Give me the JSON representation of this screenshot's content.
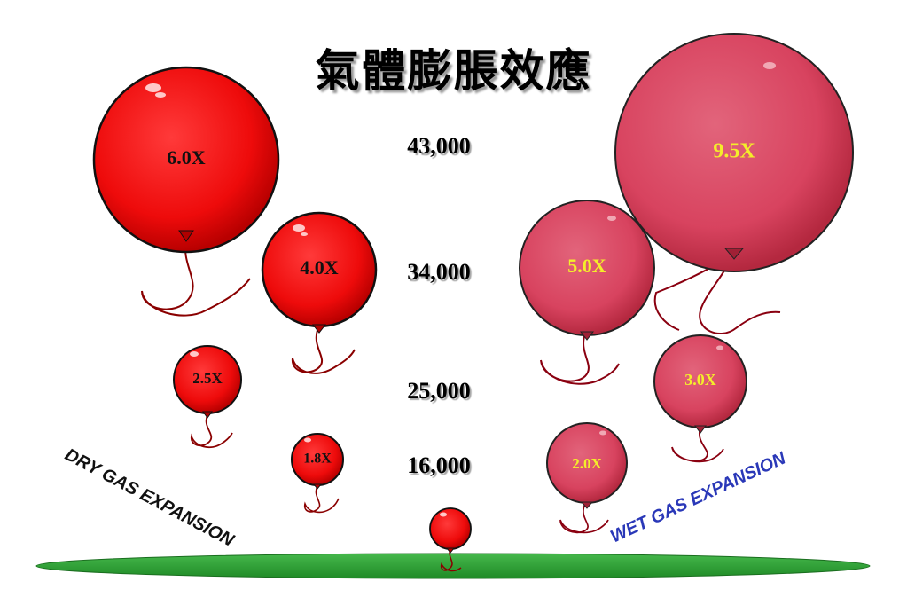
{
  "title": "氣體膨脹效應",
  "altitudes": [
    "43,000",
    "34,000",
    "25,000",
    "16,000"
  ],
  "dry_label": "DRY GAS EXPANSION",
  "wet_label": "WET GAS EXPANSION",
  "dry_balloons": [
    {
      "label": "6.0X",
      "altitude": "43,000"
    },
    {
      "label": "4.0X",
      "altitude": "34,000"
    },
    {
      "label": "2.5X",
      "altitude": "25,000"
    },
    {
      "label": "1.8X",
      "altitude": "16,000"
    }
  ],
  "wet_balloons": [
    {
      "label": "9.5X",
      "altitude": "43,000"
    },
    {
      "label": "5.0X",
      "altitude": "34,000"
    },
    {
      "label": "3.0X",
      "altitude": "25,000"
    },
    {
      "label": "2.0X",
      "altitude": "16,000"
    }
  ],
  "colors": {
    "dry_balloon": "#ee0b0b",
    "wet_balloon": "#d8435f",
    "ground": "#2fa336",
    "dry_label_text": "#111111",
    "wet_label_text": "#f4ee2a",
    "wet_caption": "#2a38b8"
  }
}
